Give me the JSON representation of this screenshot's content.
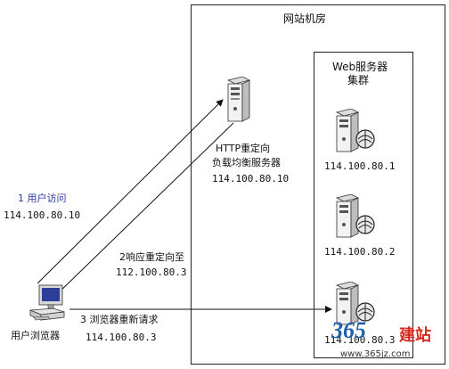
{
  "room": {
    "label": "网站机房"
  },
  "cluster": {
    "label_line1": "Web服务器",
    "label_line2": "集群"
  },
  "load_balancer": {
    "label_line1": "HTTP重定向",
    "label_line2": "负载均衡服务器",
    "ip": "114.100.80.10"
  },
  "servers": [
    {
      "ip": "114.100.80.1",
      "icon": "web-server-icon"
    },
    {
      "ip": "114.100.80.2",
      "icon": "web-server-icon"
    },
    {
      "ip": "114.100.80.3",
      "icon": "web-server-icon"
    }
  ],
  "client": {
    "label": "用户浏览器",
    "icon": "user-computer-icon"
  },
  "steps": {
    "step1": {
      "label": "1 用户访问",
      "ip": "114.100.80.10"
    },
    "step2": {
      "label": "2响应重定向至",
      "ip": "112.100.80.3"
    },
    "step3": {
      "label": "3 浏览器重新请求",
      "ip": "114.100.80.3"
    }
  },
  "watermark": {
    "brand_digits": "365",
    "brand_name": "建站",
    "url": "www.365jz.com"
  },
  "colors": {
    "arrow": "#111111",
    "watermark_blue": "#1f5fb0",
    "watermark_red": "#d8291f"
  }
}
